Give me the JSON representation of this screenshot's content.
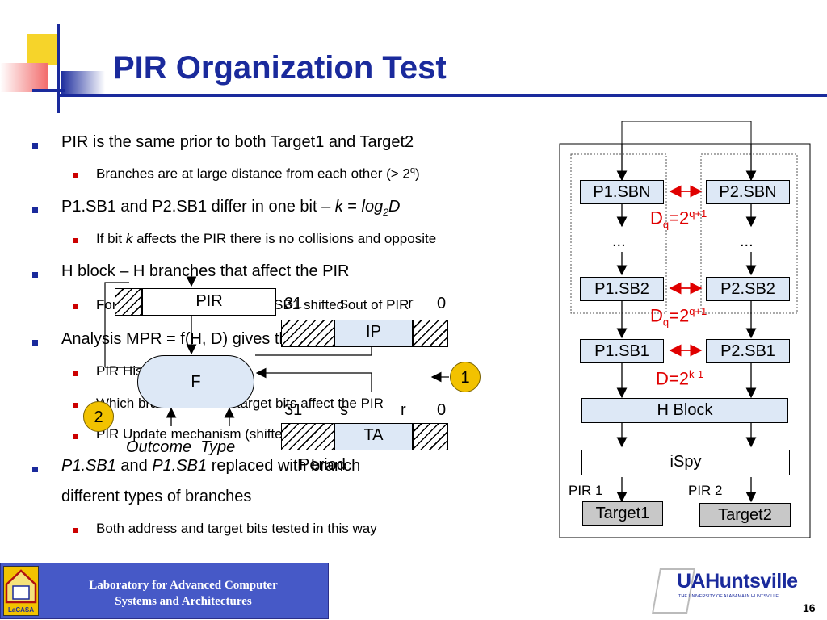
{
  "slide": {
    "title": "PIR Organization Test",
    "page_number": "16",
    "bullets": [
      {
        "text": "PIR is the same prior to both Target1 and Target2"
      },
      {
        "text": "P1.SB1 and P2.SB1 differ in one bit – ",
        "formula_k": "k",
        "formula_eq": " = ",
        "formula_log": "log",
        "formula_sub": "2",
        "formula_D": "D"
      },
      {
        "text": "H block – H branches that affect the PIR"
      },
      {
        "text": "Analysis MPR = f(H, D) gives the following answers"
      },
      {
        "pre": "P1.SB1",
        "mid": " and ",
        "post": "P1.SB1",
        "text": " replaced with branch",
        "line2": "different types of branches"
      }
    ],
    "subbullets": [
      {
        "text": "Branches are at large distance from each other (> 2",
        "sup": "q",
        "end": ")"
      },
      {
        "text_a": "If bit ",
        "text_k": "k",
        "text_b": " affects the PIR there is no collisions and opposite"
      },
      {
        "text": "For PIR bits: P1.SB1 and P2.SB1 shifted out of PIR"
      },
      {
        "text": "PIR History (H)"
      },
      {
        "text": "Which branch address/target bits affect the PIR"
      },
      {
        "text": "PIR Update mechanism (shifted, xored…)"
      },
      {
        "text": "Both address and target bits tested in this way"
      }
    ]
  },
  "left_diagram": {
    "pir_label": "PIR",
    "ip_label": "IP",
    "f_label": "F",
    "ta_label": "TA",
    "ip_bits": [
      "31",
      "s",
      "r",
      "0"
    ],
    "ta_bits": [
      "31",
      "s",
      "r",
      "0"
    ],
    "outcome_type_label": "Outcome  Type",
    "period_label": "Period",
    "circle_1": "1",
    "circle_2": "2"
  },
  "right_diagram": {
    "p1_sbn": "P1.SBN",
    "p2_sbn": "P2.SBN",
    "p1_sb2": "P1.SB2",
    "p2_sb2": "P2.SB2",
    "p1_sb1": "P1.SB1",
    "p2_sb1": "P2.SB1",
    "ellipsis": "...",
    "dq_base": "D",
    "dq_sub": "q",
    "dq_eq": "=2",
    "dq_sup": "q+1",
    "dk_text": "D=2",
    "dk_sup": "k-1",
    "h_block": "H Block",
    "ispy": "iSpy",
    "pir1": "PIR 1",
    "pir2": "PIR 2",
    "target1": "Target1",
    "target2": "Target2"
  },
  "footer": {
    "lab_name_line1": "Laboratory for Advanced Computer",
    "lab_name_line2": "Systems and Architectures",
    "lacasa_logo_text": "LaCASA",
    "university_logo_text": "UAHuntsville",
    "university_subtext": "THE UNIVERSITY OF ALABAMA IN HUNTSVILLE"
  },
  "colors": {
    "title_blue": "#1a2a9c",
    "box_fill": "#dde8f6",
    "target_fill": "#c8c8c8",
    "red_accent": "#e00000",
    "circle_yellow": "#f2c200",
    "footer_blue": "#4659c7"
  }
}
